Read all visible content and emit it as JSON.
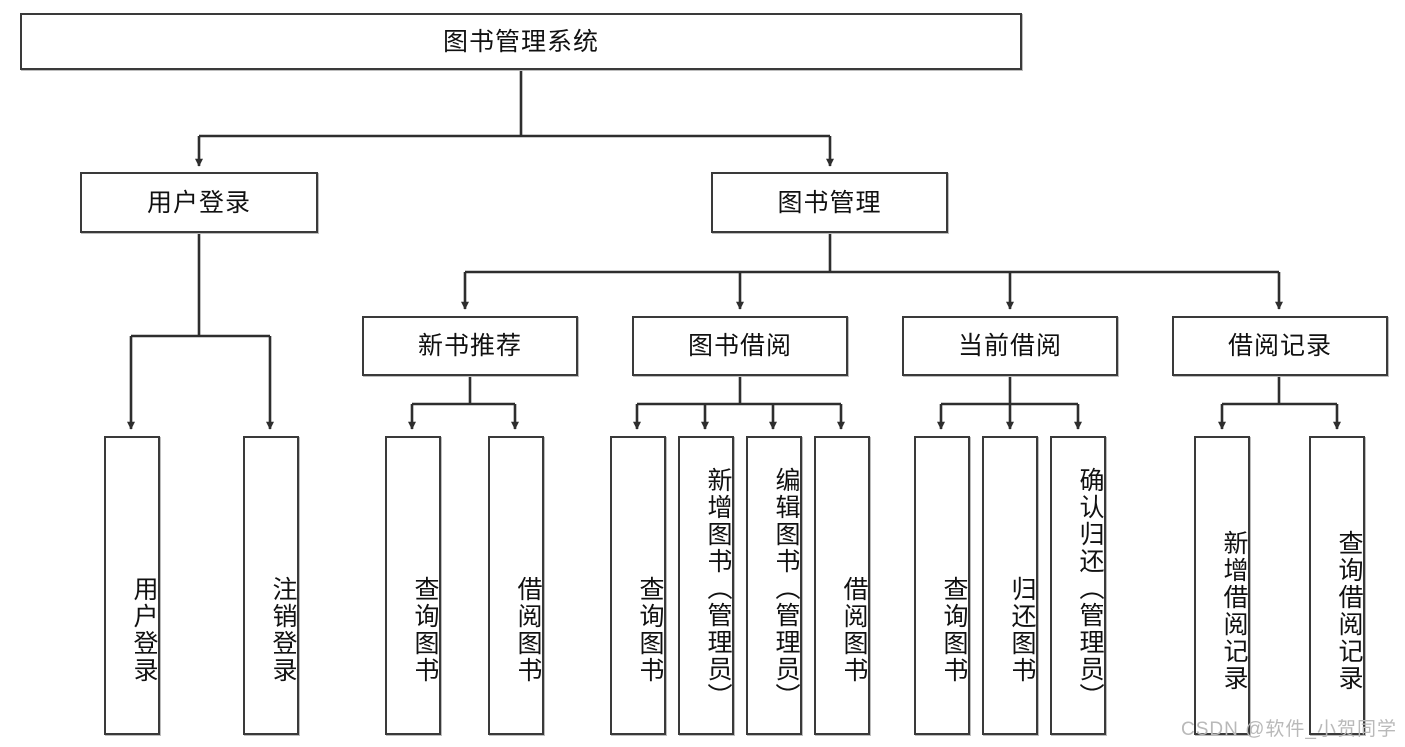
{
  "diagram": {
    "title": "图书管理系统",
    "type": "tree-hierarchy",
    "watermark": "CSDN @软件_小贺同学",
    "colors": {
      "box_border": "#3a3a3a",
      "box_fill": "#ffffff",
      "edge": "#2e2e2e",
      "text": "#111111",
      "watermark": "#b9b9b9",
      "shadow": "#bdbdbd"
    },
    "levels": {
      "root": {
        "label": "图书管理系统",
        "orientation": "horizontal"
      },
      "level2": [
        {
          "label": "用户登录",
          "orientation": "horizontal"
        },
        {
          "label": "图书管理",
          "orientation": "horizontal"
        }
      ],
      "level3": [
        {
          "label": "新书推荐",
          "orientation": "horizontal",
          "parent": "图书管理"
        },
        {
          "label": "图书借阅",
          "orientation": "horizontal",
          "parent": "图书管理"
        },
        {
          "label": "当前借阅",
          "orientation": "horizontal",
          "parent": "图书管理"
        },
        {
          "label": "借阅记录",
          "orientation": "horizontal",
          "parent": "图书管理"
        }
      ],
      "leaves": [
        {
          "label": "用户登录",
          "orientation": "vertical",
          "parent": "用户登录"
        },
        {
          "label": "注销登录",
          "orientation": "vertical",
          "parent": "用户登录"
        },
        {
          "label": "查询图书",
          "orientation": "vertical",
          "parent": "新书推荐"
        },
        {
          "label": "借阅图书",
          "orientation": "vertical",
          "parent": "新书推荐"
        },
        {
          "label": "查询图书",
          "orientation": "vertical",
          "parent": "图书借阅"
        },
        {
          "label": "新增图书（管理员）",
          "orientation": "vertical",
          "parent": "图书借阅"
        },
        {
          "label": "编辑图书（管理员）",
          "orientation": "vertical",
          "parent": "图书借阅"
        },
        {
          "label": "借阅图书",
          "orientation": "vertical",
          "parent": "图书借阅"
        },
        {
          "label": "查询图书",
          "orientation": "vertical",
          "parent": "当前借阅"
        },
        {
          "label": "归还图书",
          "orientation": "vertical",
          "parent": "当前借阅"
        },
        {
          "label": "确认归还（管理员）",
          "orientation": "vertical",
          "parent": "当前借阅"
        },
        {
          "label": "新增借阅记录",
          "orientation": "vertical",
          "parent": "借阅记录"
        },
        {
          "label": "查询借阅记录",
          "orientation": "vertical",
          "parent": "借阅记录"
        }
      ]
    }
  }
}
